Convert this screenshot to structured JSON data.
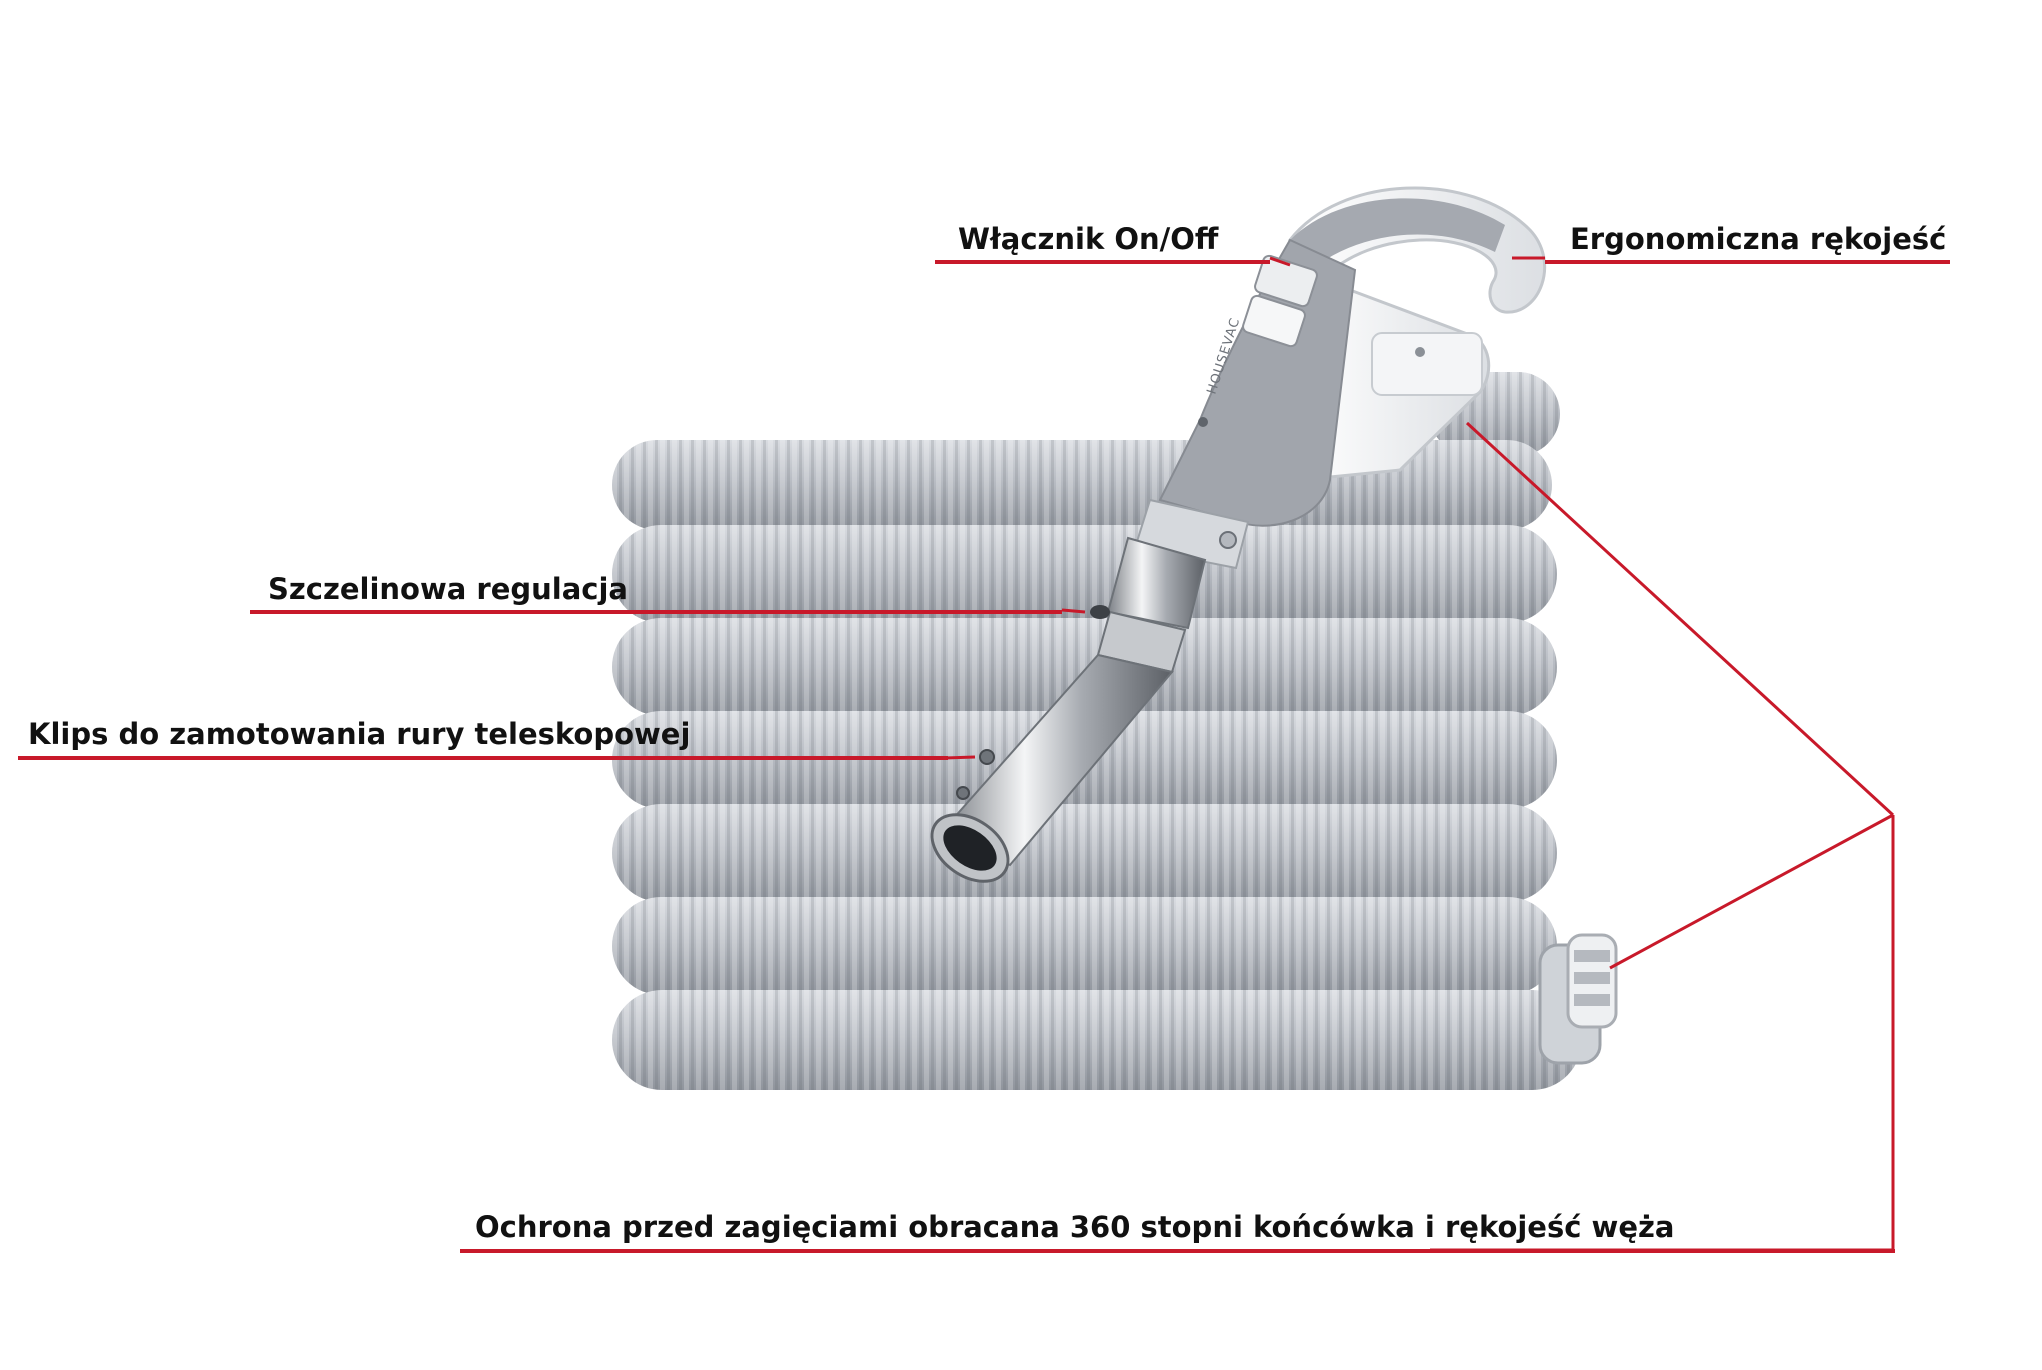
{
  "callouts": {
    "switch": "Włącznik On/Off",
    "handle": "Ergonomiczna rękojeść",
    "slot": "Szczelinowa regulacja",
    "clip": "Klips do zamotowania rury teleskopowej",
    "swivel": "Ochrona przed zagięciami obracana 360 stopni końcówka i rękojeść węża"
  },
  "product": {
    "brand_mark": "HOUSEVAC"
  },
  "colors": {
    "accent_line": "#c8192a",
    "hose_gray": "#b7bbc2",
    "handle_white": "#f5f6f7",
    "handle_gray": "#9a9ea5",
    "chrome": "#cfd2d6"
  }
}
